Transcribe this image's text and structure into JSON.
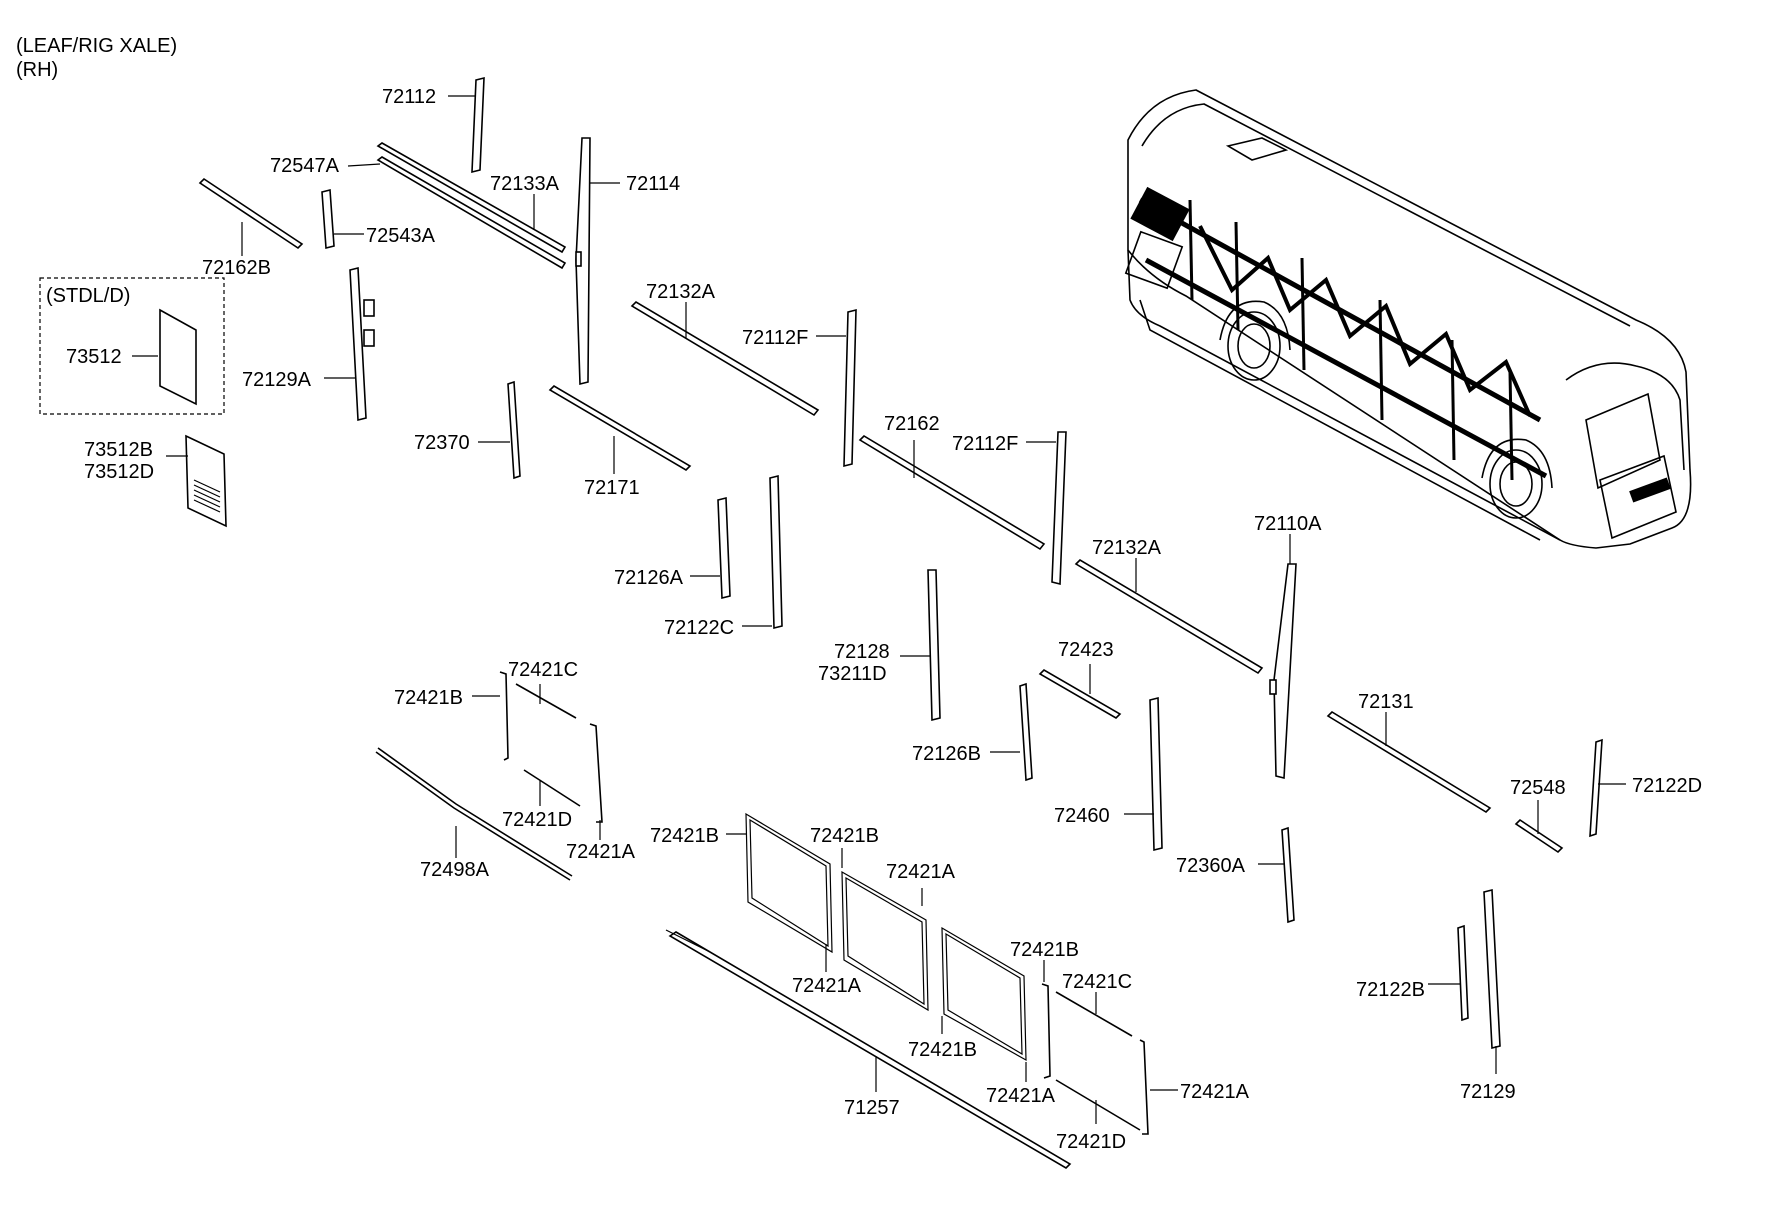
{
  "header": {
    "line1": "(LEAF/RIG XALE)",
    "line2": "(RH)"
  },
  "box_label": "(STDL/D)",
  "labels": {
    "l72112": "72112",
    "l72547A": "72547A",
    "l72133A": "72133A",
    "l72114": "72114",
    "l72543A": "72543A",
    "l72162B": "72162B",
    "l73512": "73512",
    "l72129A": "72129A",
    "l73512B": "73512B",
    "l73512D": "73512D",
    "l72370": "72370",
    "l72132A_1": "72132A",
    "l72112F_1": "72112F",
    "l72171": "72171",
    "l72162": "72162",
    "l72112F_2": "72112F",
    "l72126A": "72126A",
    "l72122C": "72122C",
    "l72132A_2": "72132A",
    "l72110A": "72110A",
    "l72128": "72128",
    "l73211D": "73211D",
    "l72423": "72423",
    "l72421C_1": "72421C",
    "l72421B_1": "72421B",
    "l72131": "72131",
    "l72126B": "72126B",
    "l72548": "72548",
    "l72122D": "72122D",
    "l72460": "72460",
    "l72421D_1": "72421D",
    "l72421A_1": "72421A",
    "l72498A": "72498A",
    "l72421B_2": "72421B",
    "l72421B_3": "72421B",
    "l72421A_2": "72421A",
    "l72360A": "72360A",
    "l72421A_3": "72421A",
    "l72421B_4": "72421B",
    "l72421C_2": "72421C",
    "l72122B": "72122B",
    "l72421B_5": "72421B",
    "l72421A_4": "72421A",
    "l72421A_5": "72421A",
    "l72129": "72129",
    "l71257": "71257",
    "l72421D_2": "72421D"
  }
}
